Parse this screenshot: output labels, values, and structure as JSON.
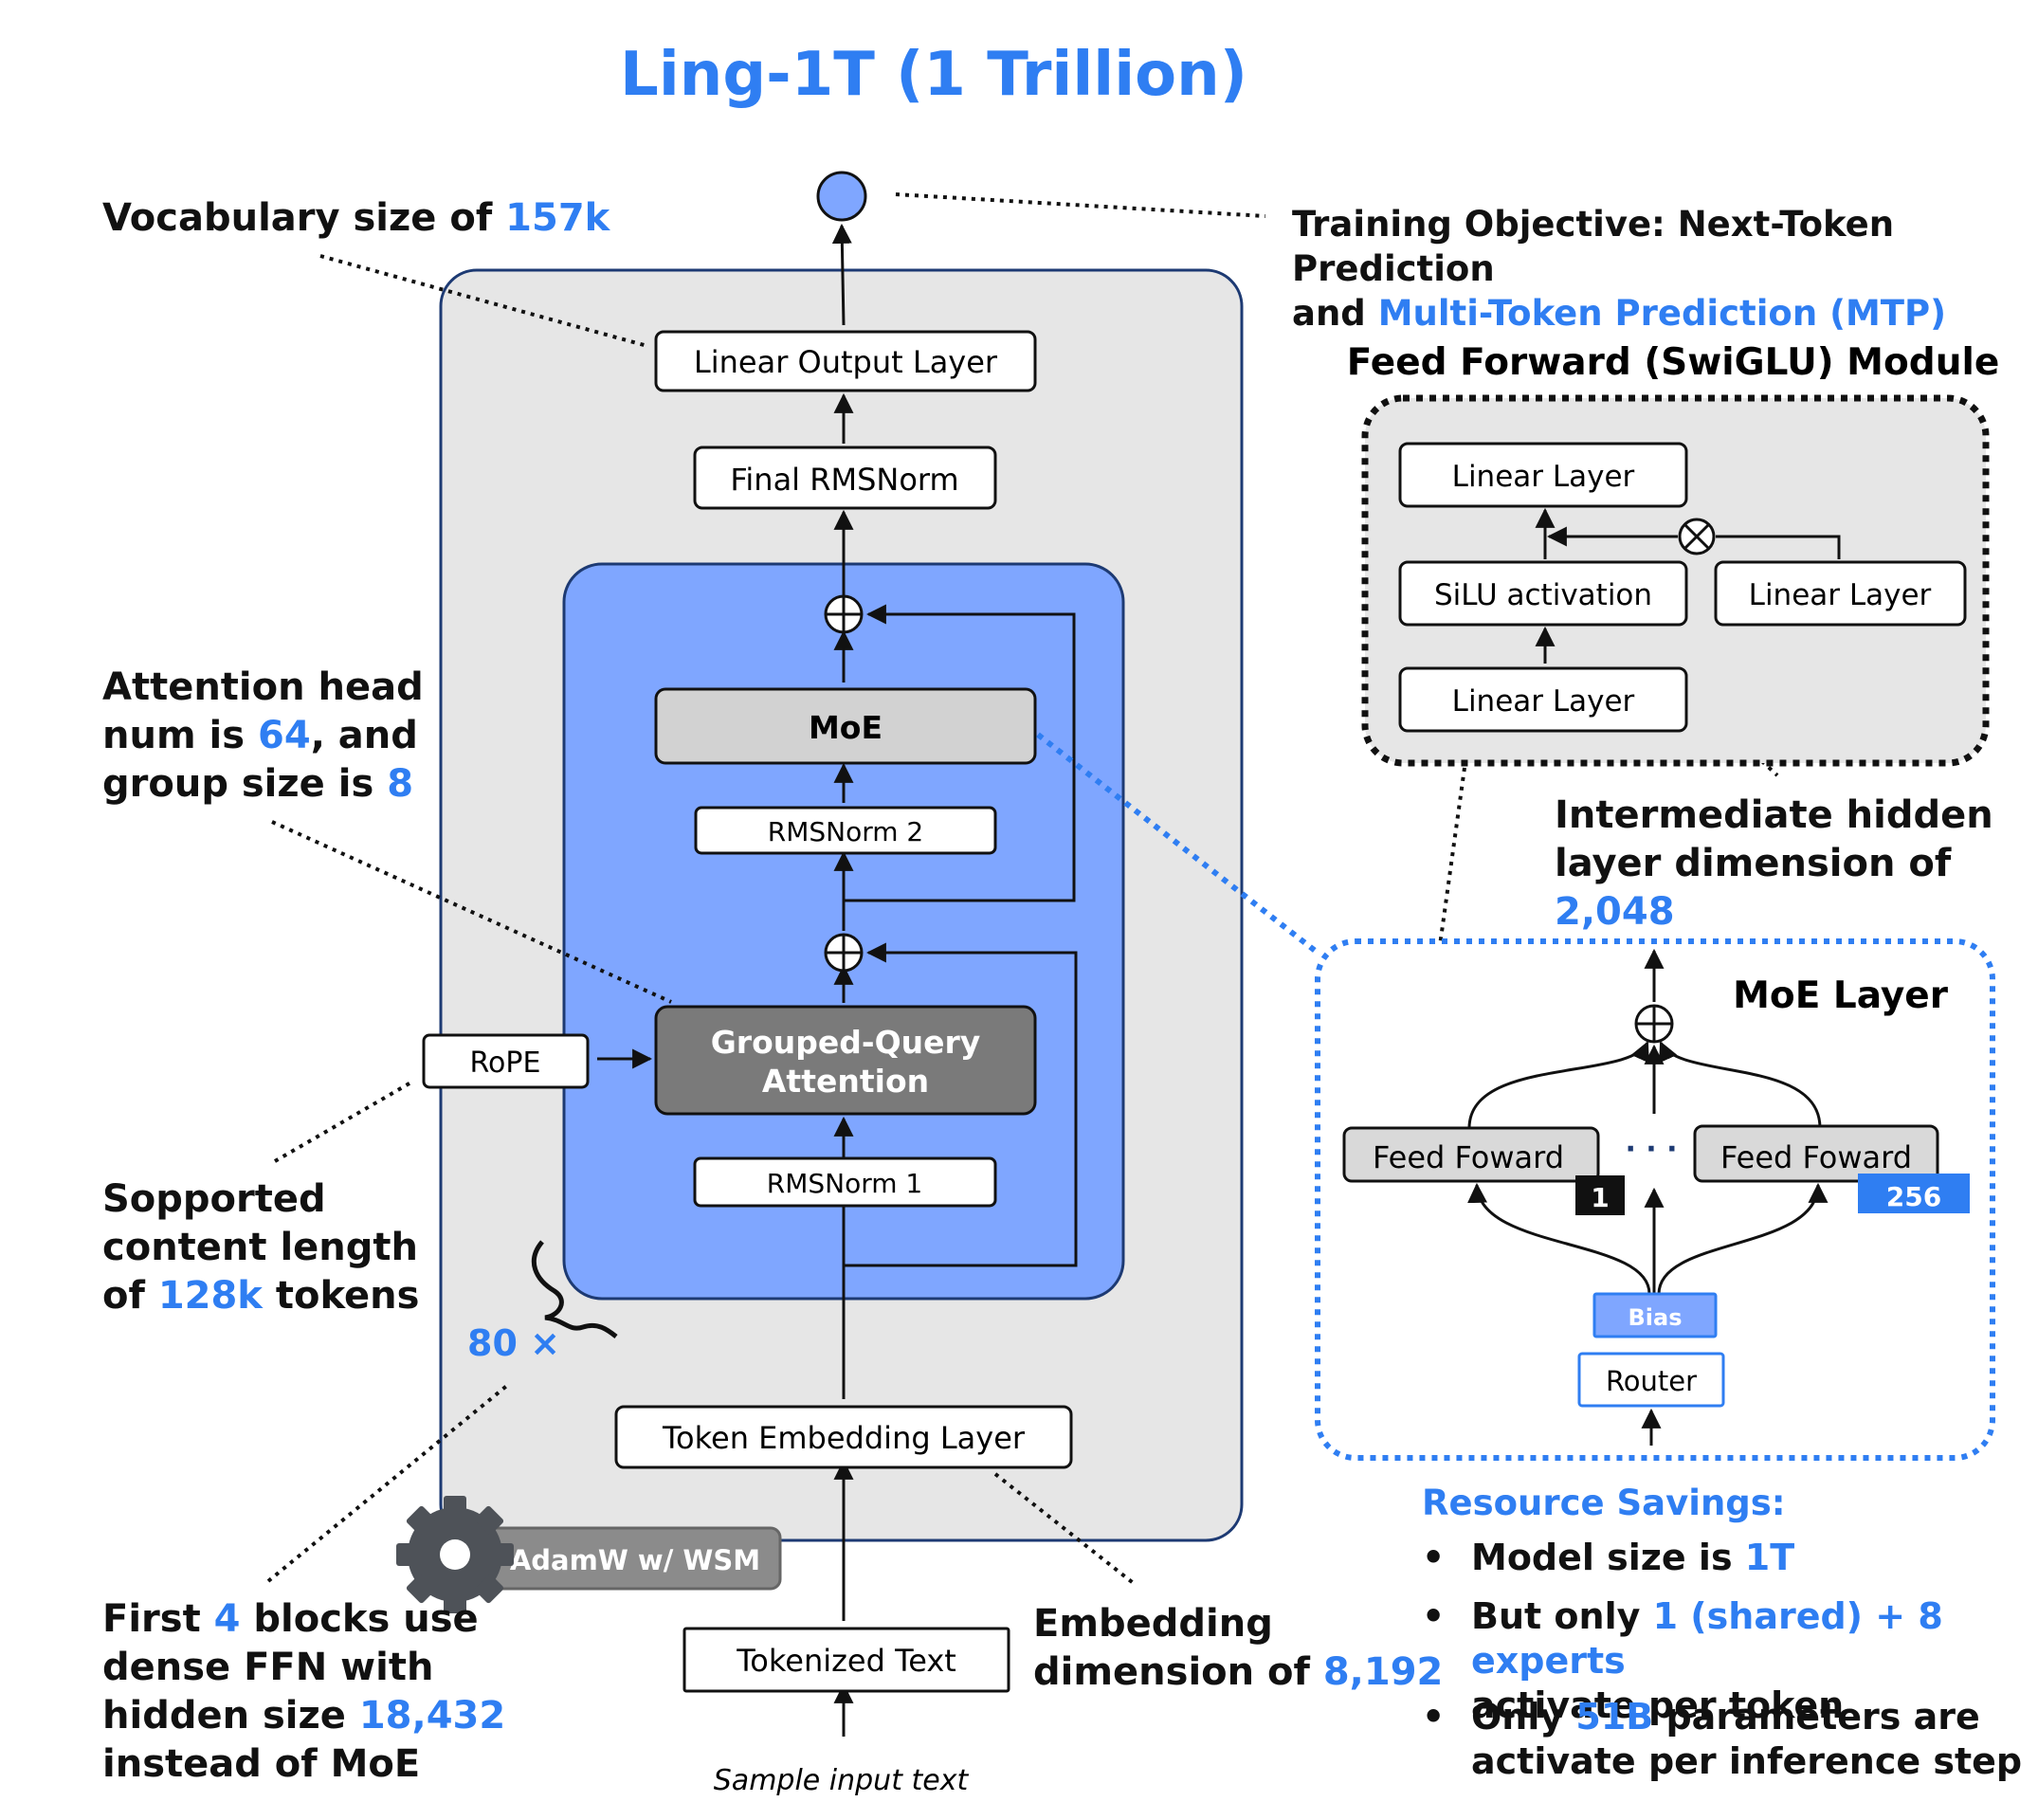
{
  "title": "Ling-1T (1 Trillion)",
  "colors": {
    "accent": "#2f7ef2",
    "outer_panel": "#e6e6e6",
    "block_panel": "#7fa6ff",
    "block_border": "#1d3a73",
    "gqa_fill": "#7a7a7a",
    "moe_fill": "#d2d2d2"
  },
  "model": {
    "output_node": "",
    "linear_output": "Linear Output Layer",
    "final_norm": "Final RMSNorm",
    "moe": "MoE",
    "norm2": "RMSNorm 2",
    "gqa_line1": "Grouped-Query",
    "gqa_line2": "Attention",
    "norm1": "RMSNorm 1",
    "rope": "RoPE",
    "repeat": "80 ×",
    "token_embedding": "Token Embedding Layer",
    "optimizer": "AdamW w/ WSM",
    "tokenized_text": "Tokenized Text",
    "sample_input": "Sample input text"
  },
  "annotations": {
    "vocab_prefix": "Vocabulary size of ",
    "vocab_value": "157k",
    "training_line1": "Training Objective: Next-Token Prediction",
    "training_line2_prefix": "and ",
    "training_line2_value": "Multi-Token Prediction (MTP)",
    "attn_line1": "Attention head",
    "attn_line2_prefix": "num is ",
    "attn_heads": "64",
    "attn_line2_suffix": ", and",
    "attn_line3_prefix": "group size is ",
    "attn_group": "8",
    "ctx_line1": "Sopported",
    "ctx_line2": "content length",
    "ctx_line3_prefix": "of ",
    "ctx_value": "128k",
    "ctx_line3_suffix": " tokens",
    "dense_line1_prefix": "First ",
    "dense_blocks": "4",
    "dense_line1_suffix": " blocks use",
    "dense_line2": "dense FFN with",
    "dense_line3_prefix": "hidden size ",
    "dense_hidden": "18,432",
    "dense_line4": "instead of MoE",
    "embed_line1": "Embedding",
    "embed_line2_prefix": "dimension of ",
    "embed_value": "8,192",
    "inter_line1": "Intermediate hidden",
    "inter_line2_prefix": "layer dimension of ",
    "inter_value": "2,048"
  },
  "ffn_module": {
    "title": "Feed Forward (SwiGLU) Module",
    "linear_top": "Linear Layer",
    "silu": "SiLU activation",
    "linear_right": "Linear Layer",
    "linear_bottom": "Linear Layer"
  },
  "moe_layer": {
    "title": "MoE Layer",
    "ff_left": "Feed Foward",
    "ff_left_index": "1",
    "ellipsis": "· · ·",
    "ff_right": "Feed Foward",
    "ff_right_index": "256",
    "bias": "Bias",
    "router": "Router"
  },
  "savings": {
    "title": "Resource Savings:",
    "b1_prefix": "Model size is ",
    "b1_value": "1T",
    "b2_prefix": "But only ",
    "b2_value": "1 (shared) + 8 experts",
    "b2_line2": "activate per token",
    "b3_prefix": "Only ",
    "b3_value": "51B",
    "b3_suffix": " parameters are",
    "b3_line2": "activate per inference step"
  }
}
